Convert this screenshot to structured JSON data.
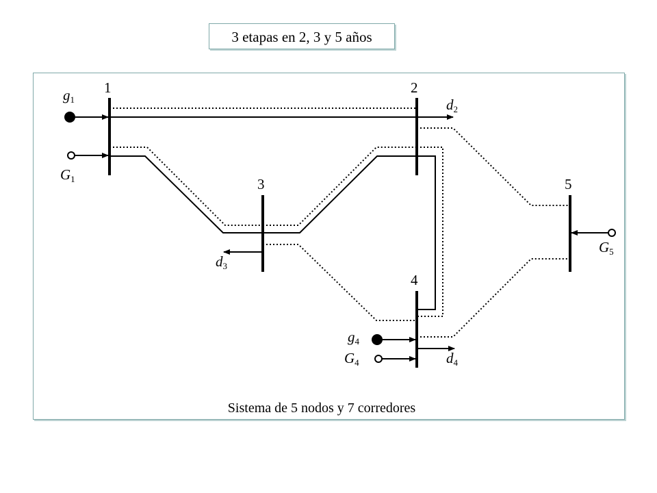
{
  "header": {
    "title": "3 etapas en  2, 3 y 5 años"
  },
  "diagram": {
    "caption": "Sistema de 5 nodos y 7 corredores",
    "nodes": [
      {
        "id": "node-1",
        "label": "1"
      },
      {
        "id": "node-2",
        "label": "2"
      },
      {
        "id": "node-3",
        "label": "3"
      },
      {
        "id": "node-4",
        "label": "4"
      },
      {
        "id": "node-5",
        "label": "5"
      }
    ],
    "generators": [
      {
        "id": "g1",
        "var": "g",
        "sub": "1"
      },
      {
        "id": "G1",
        "var": "G",
        "sub": "1"
      },
      {
        "id": "g4",
        "var": "g",
        "sub": "4"
      },
      {
        "id": "G4",
        "var": "G",
        "sub": "4"
      },
      {
        "id": "G5",
        "var": "G",
        "sub": "5"
      }
    ],
    "demands": [
      {
        "id": "d2",
        "var": "d",
        "sub": "2"
      },
      {
        "id": "d3",
        "var": "d",
        "sub": "3"
      },
      {
        "id": "d4",
        "var": "d",
        "sub": "4"
      }
    ],
    "colors": {
      "line": "#000000",
      "frame": "#7fa8a8"
    }
  }
}
